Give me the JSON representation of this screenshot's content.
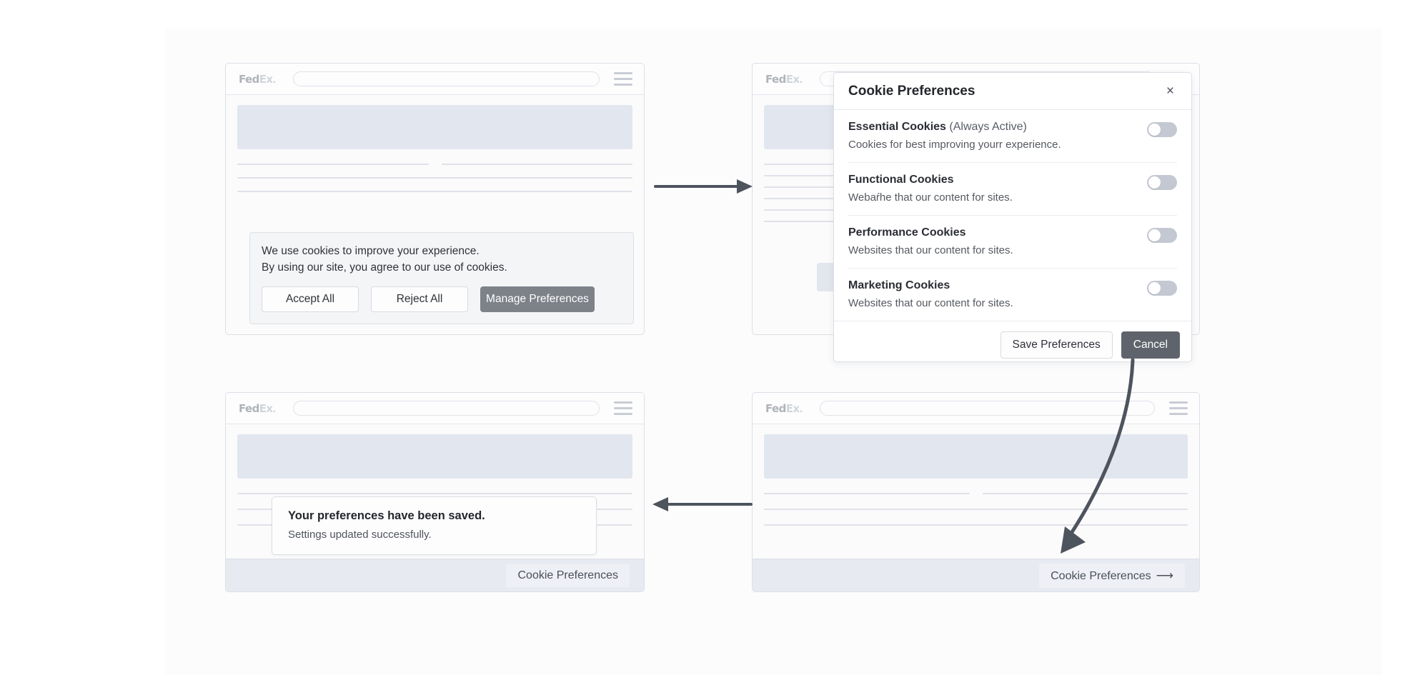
{
  "brand": {
    "logo_fed": "Fed",
    "logo_ex": "Ex",
    "logo_dot": "."
  },
  "icons": {
    "hamburger": "hamburger-menu-icon",
    "close": "×",
    "right_arrow": "⟶"
  },
  "panel1": {
    "name": "cookie-banner-state",
    "banner": {
      "line1": "We use cookies to improve your experience.",
      "line2": "By using our site, you agree to our use of cookies.",
      "accept_label": "Accept  All",
      "reject_label": "Reject  All",
      "manage_label": "Manage Preferences"
    }
  },
  "panel2": {
    "name": "cookie-preferences-modal-state",
    "modal": {
      "title": "Cookie Preferences",
      "close_label": "×",
      "rows": [
        {
          "name": "Essential Cookies",
          "note": "(Always Active)",
          "desc": "Cookies for best improving yourr experience.",
          "enabled": false
        },
        {
          "name": "Functional Cookies",
          "note": "",
          "desc": "Webaŕhe that our content for sites.",
          "enabled": false
        },
        {
          "name": "Performance Cookies",
          "note": "",
          "desc": "Websites that our content for sites.",
          "enabled": false
        },
        {
          "name": "Marketing Cookies",
          "note": "",
          "desc": "Websites that our content for sites.",
          "enabled": false
        }
      ],
      "save_label": "Save Preferences",
      "cancel_label": "Cancel"
    }
  },
  "panel3": {
    "name": "preferences-saved-state",
    "toast": {
      "title": "Your preferences have been saved.",
      "subtitle": "Settings updated successfully."
    },
    "footer_button": "Cookie Preferences"
  },
  "panel4": {
    "name": "footer-entrypoint-state",
    "footer_button": "Cookie Preferences",
    "footer_button_arrow": "⟶"
  },
  "colors": {
    "page_background": "#ffffff",
    "window_border": "#dcdfe5",
    "hero_block": "#e2e6ee",
    "footer_bar": "#e7eaf1",
    "primary_button": "#7d8188",
    "cancel_button": "#5f646c",
    "toggle_track": "#c3c8d2",
    "arrow": "#4e545e",
    "text_primary": "#23262b",
    "text_secondary": "#55595f"
  }
}
